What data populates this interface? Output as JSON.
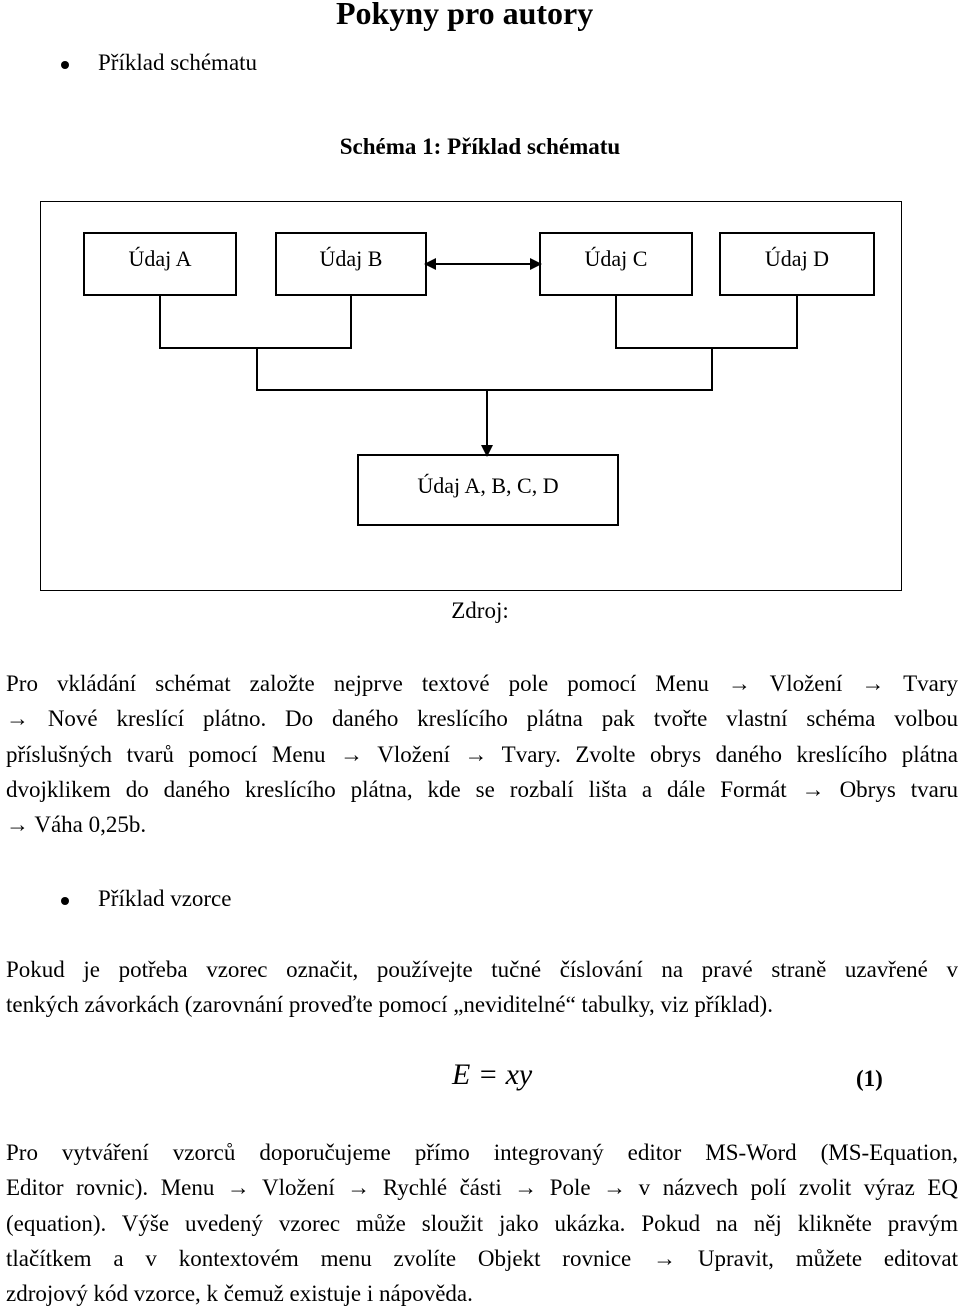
{
  "header": {
    "title": "Pokyny pro autory"
  },
  "section1": {
    "bullet_label": "Příklad schématu"
  },
  "figure": {
    "caption": "Schéma 1: Příklad schématu",
    "boxes": {
      "a": "Údaj A",
      "b": "Údaj B",
      "c": "Údaj C",
      "d": "Údaj D",
      "result": "Údaj A, B, C, D"
    },
    "source_label": "Zdroj:"
  },
  "paragraph1": {
    "line1": "Pro vkládání schémat založte nejprve textové pole pomocí Menu → Vložení → Tvary",
    "line2": "→ Nové kreslící plátno. Do daného kreslícího plátna pak tvořte vlastní schéma volbou",
    "line3": "příslušných tvarů pomocí Menu → Vložení → Tvary. Zvolte obrys daného kreslícího plátna",
    "line4": "dvojklikem do daného kreslícího plátna, kde se rozbalí lišta a dále Formát → Obrys tvaru",
    "line5": "→ Váha 0,25b."
  },
  "section2": {
    "bullet_label": "Příklad vzorce"
  },
  "paragraph2": {
    "line1": "Pokud je potřeba vzorec označit, používejte tučné číslování na pravé straně uzavřené v",
    "line2": "tenkých závorkách (zarovnání proveďte pomocí „neviditelné“ tabulky, viz příklad)."
  },
  "equation": {
    "expression": "E = xy",
    "number": "(1)"
  },
  "paragraph3": {
    "line1": "Pro vytváření vzorců doporučujeme přímo integrovaný editor MS-Word (MS-Equation,",
    "line2": "Editor rovnic). Menu → Vložení → Rychlé části → Pole → v názvech polí zvolit výraz EQ",
    "line3": "(equation). Výše uvedený vzorec může sloužit jako ukázka. Pokud na něj klikněte pravým",
    "line4": "tlačítkem a v kontextovém menu zvolíte Objekt rovnice → Upravit, můžete editovat",
    "line5": "zdrojový kód vzorce, k čemuž existuje i nápověda."
  }
}
